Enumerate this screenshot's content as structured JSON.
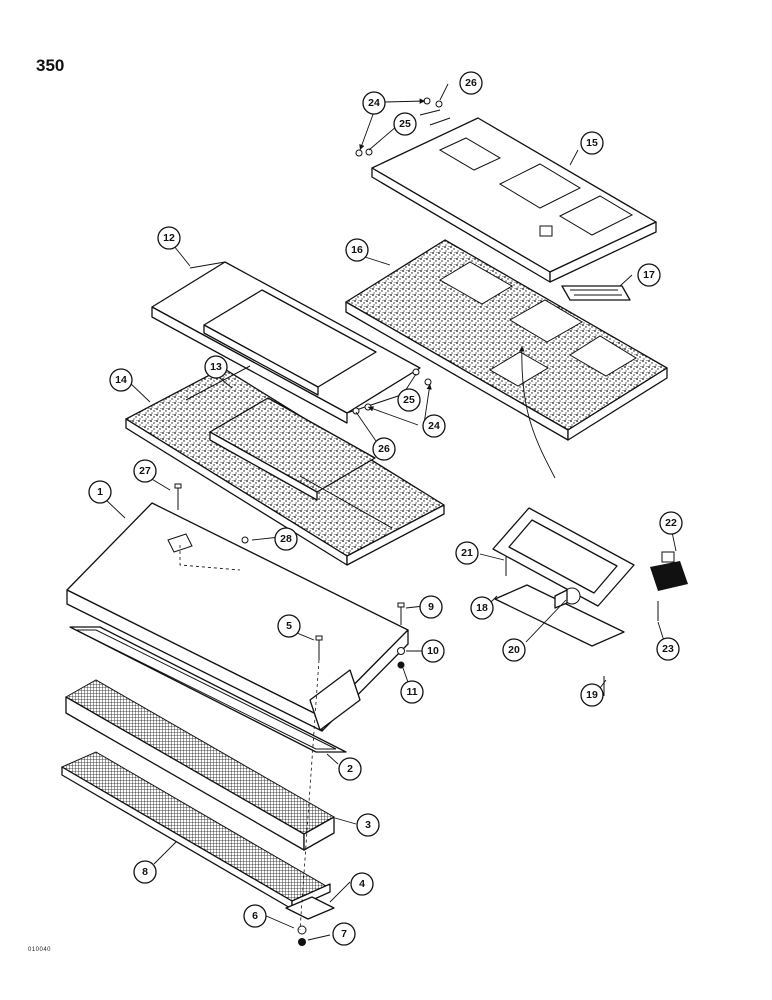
{
  "page_number": "350",
  "figure_code": "010040",
  "callouts": [
    {
      "id": "c1",
      "label": "1"
    },
    {
      "id": "c2",
      "label": "2"
    },
    {
      "id": "c3",
      "label": "3"
    },
    {
      "id": "c4",
      "label": "4"
    },
    {
      "id": "c5",
      "label": "5"
    },
    {
      "id": "c6",
      "label": "6"
    },
    {
      "id": "c7",
      "label": "7"
    },
    {
      "id": "c8",
      "label": "8"
    },
    {
      "id": "c9",
      "label": "9"
    },
    {
      "id": "c10",
      "label": "10"
    },
    {
      "id": "c11",
      "label": "11"
    },
    {
      "id": "c12",
      "label": "12"
    },
    {
      "id": "c13",
      "label": "13"
    },
    {
      "id": "c14",
      "label": "14"
    },
    {
      "id": "c15",
      "label": "15"
    },
    {
      "id": "c16",
      "label": "16"
    },
    {
      "id": "c17",
      "label": "17"
    },
    {
      "id": "c18",
      "label": "18"
    },
    {
      "id": "c19",
      "label": "19"
    },
    {
      "id": "c20",
      "label": "20"
    },
    {
      "id": "c21",
      "label": "21"
    },
    {
      "id": "c22",
      "label": "22"
    },
    {
      "id": "c23",
      "label": "23"
    },
    {
      "id": "c24a",
      "label": "24"
    },
    {
      "id": "c24b",
      "label": "24"
    },
    {
      "id": "c25a",
      "label": "25"
    },
    {
      "id": "c25b",
      "label": "25"
    },
    {
      "id": "c26a",
      "label": "26"
    },
    {
      "id": "c26b",
      "label": "26"
    },
    {
      "id": "c27",
      "label": "27"
    },
    {
      "id": "c28",
      "label": "28"
    }
  ]
}
